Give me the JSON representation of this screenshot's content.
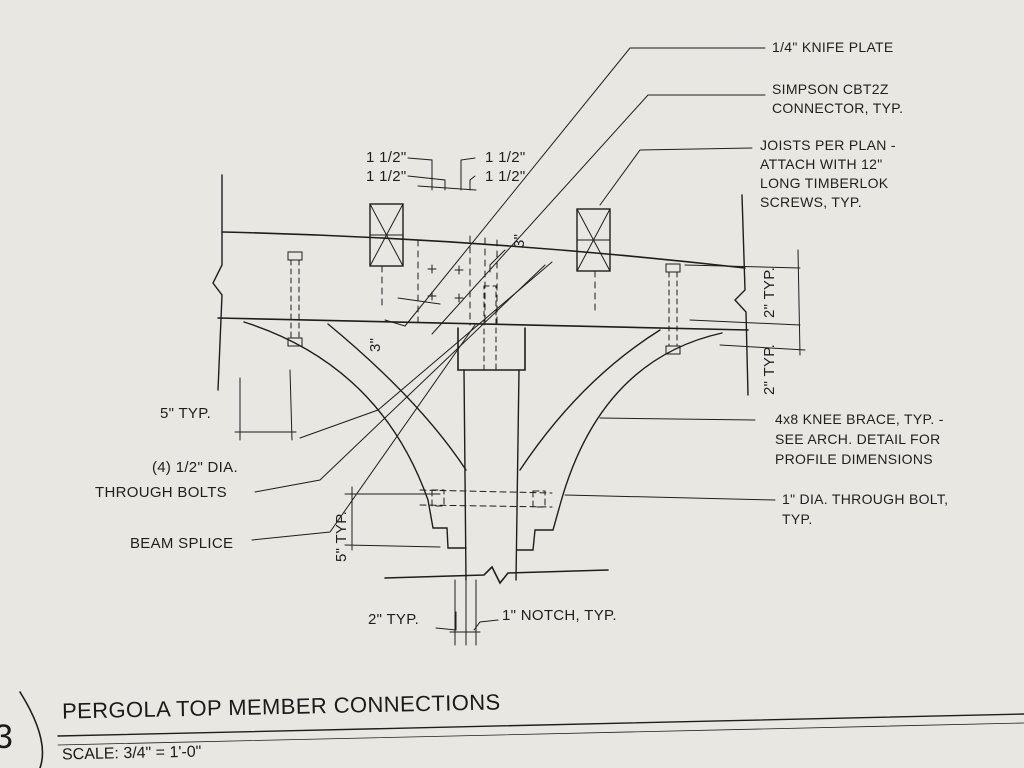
{
  "labels": {
    "knife_plate": "1/4\" KNIFE PLATE",
    "simpson_1": "SIMPSON CBT2Z",
    "simpson_2": "CONNECTOR, TYP.",
    "joists_1": "JOISTS PER PLAN -",
    "joists_2": "ATTACH WITH 12\"",
    "joists_3": "LONG TIMBERLOK",
    "joists_4": "SCREWS, TYP.",
    "dim_a_1": "1 1/2\"",
    "dim_a_2": "1 1/2\"",
    "dim_b_1": "1 1/2\"",
    "dim_b_2": "1 1/2\"",
    "dim_3_top": "3\"",
    "dim_3_left": "3\"",
    "dim_2_typ_top": "2\" TYP.",
    "dim_2_typ_mid": "2\" TYP.",
    "dim_5_typ": "5\" TYP.",
    "bolts_1": "(4) 1/2\" DIA.",
    "bolts_2": "THROUGH BOLTS",
    "beam_splice": "BEAM SPLICE",
    "knee_1": "4x8 KNEE BRACE, TYP. -",
    "knee_2": "SEE ARCH. DETAIL FOR",
    "knee_3": "PROFILE DIMENSIONS",
    "bolt1_1": "1\" DIA. THROUGH BOLT,",
    "bolt1_2": "TYP.",
    "dim_5_vert": "5\" TYP.",
    "dim_2_bottom": "2\" TYP.",
    "notch": "1\" NOTCH, TYP."
  },
  "title_block": {
    "sheet_number": "3",
    "title": "PERGOLA TOP MEMBER CONNECTIONS",
    "scale": "SCALE:  3/4\" = 1'-0\""
  }
}
